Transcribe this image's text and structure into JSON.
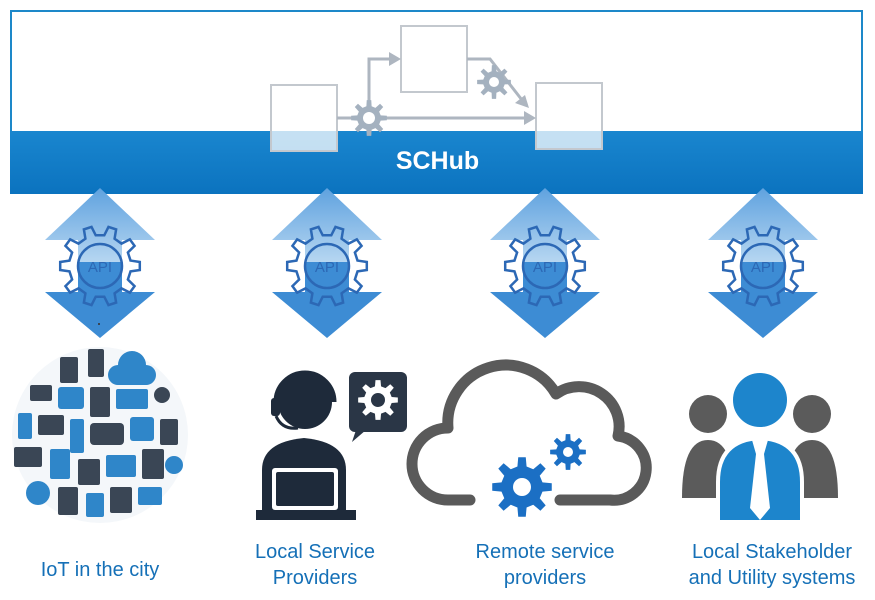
{
  "hub": {
    "label": "SCHub"
  },
  "api_label": "API",
  "columns": [
    {
      "id": "iot",
      "caption": "IoT in the city",
      "icon": "iot-devices-icon"
    },
    {
      "id": "local-service",
      "caption": "Local Service\nProviders",
      "icon": "support-agent-icon"
    },
    {
      "id": "remote-service",
      "caption": "Remote service\nproviders",
      "icon": "cloud-gears-icon"
    },
    {
      "id": "stakeholders",
      "caption": "Local Stakeholder\nand Utility systems",
      "icon": "people-group-icon"
    }
  ],
  "colors": {
    "accent": "#1b85cc",
    "arrow": "#4d95d6",
    "dark": "#1e2a3a",
    "grey": "#5a5a5a",
    "caption": "#1570b7"
  }
}
